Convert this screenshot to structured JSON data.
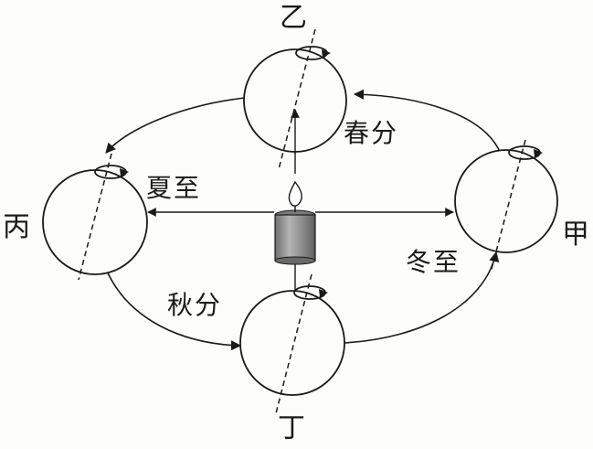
{
  "diagram": {
    "positions": {
      "jia": "甲",
      "yi": "乙",
      "bing": "丙",
      "ding": "丁"
    },
    "solar_terms": {
      "spring_equinox": "春分",
      "summer_solstice": "夏至",
      "autumn_equinox": "秋分",
      "winter_solstice": "冬至"
    },
    "center_object": "candle",
    "colors": {
      "ink": "#1a1a1a",
      "candle_body": "#9a9a9a",
      "flame": "#ffffff"
    }
  }
}
